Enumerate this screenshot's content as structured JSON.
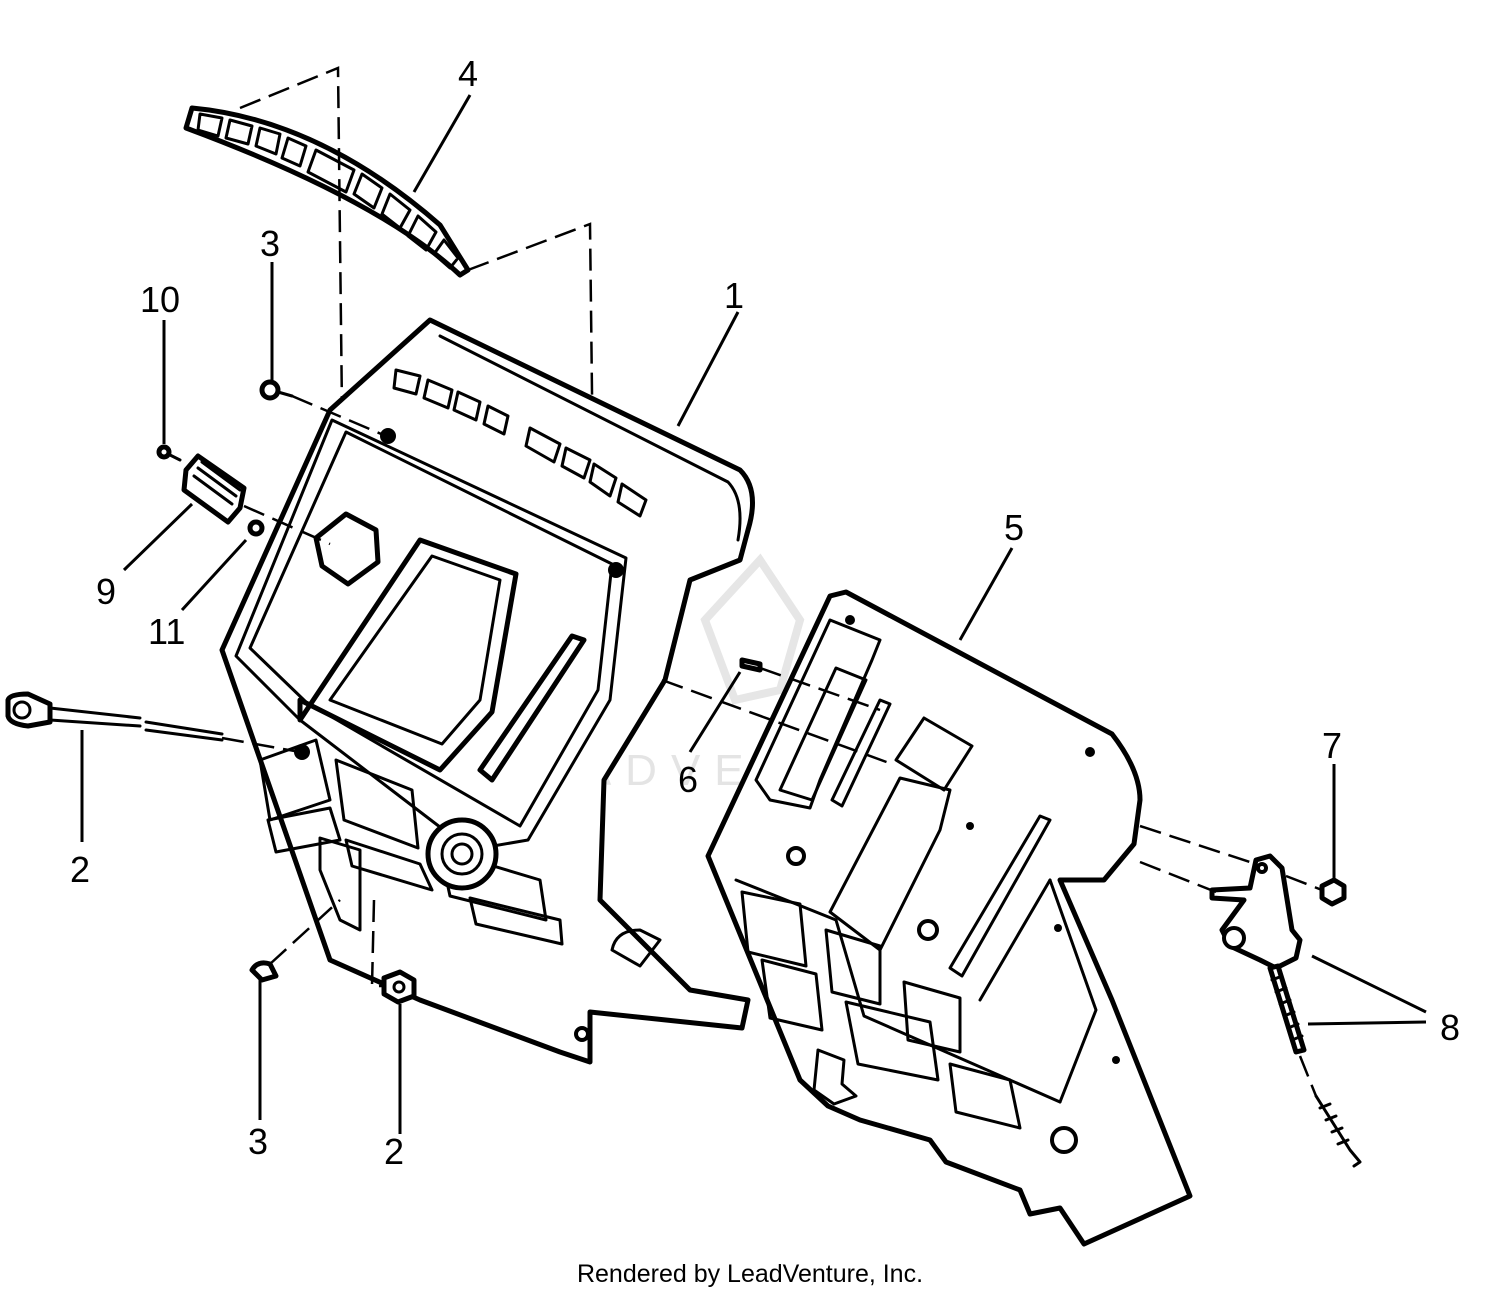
{
  "watermark": {
    "text": "LEADVENTURE",
    "color": "#e4e4e4"
  },
  "callouts": [
    "1",
    "2",
    "2",
    "3",
    "3",
    "4",
    "5",
    "6",
    "7",
    "8",
    "9",
    "10",
    "11"
  ],
  "credit": "Rendered by LeadVenture, Inc.",
  "colors": {
    "line": "#000000",
    "background": "#ffffff"
  }
}
